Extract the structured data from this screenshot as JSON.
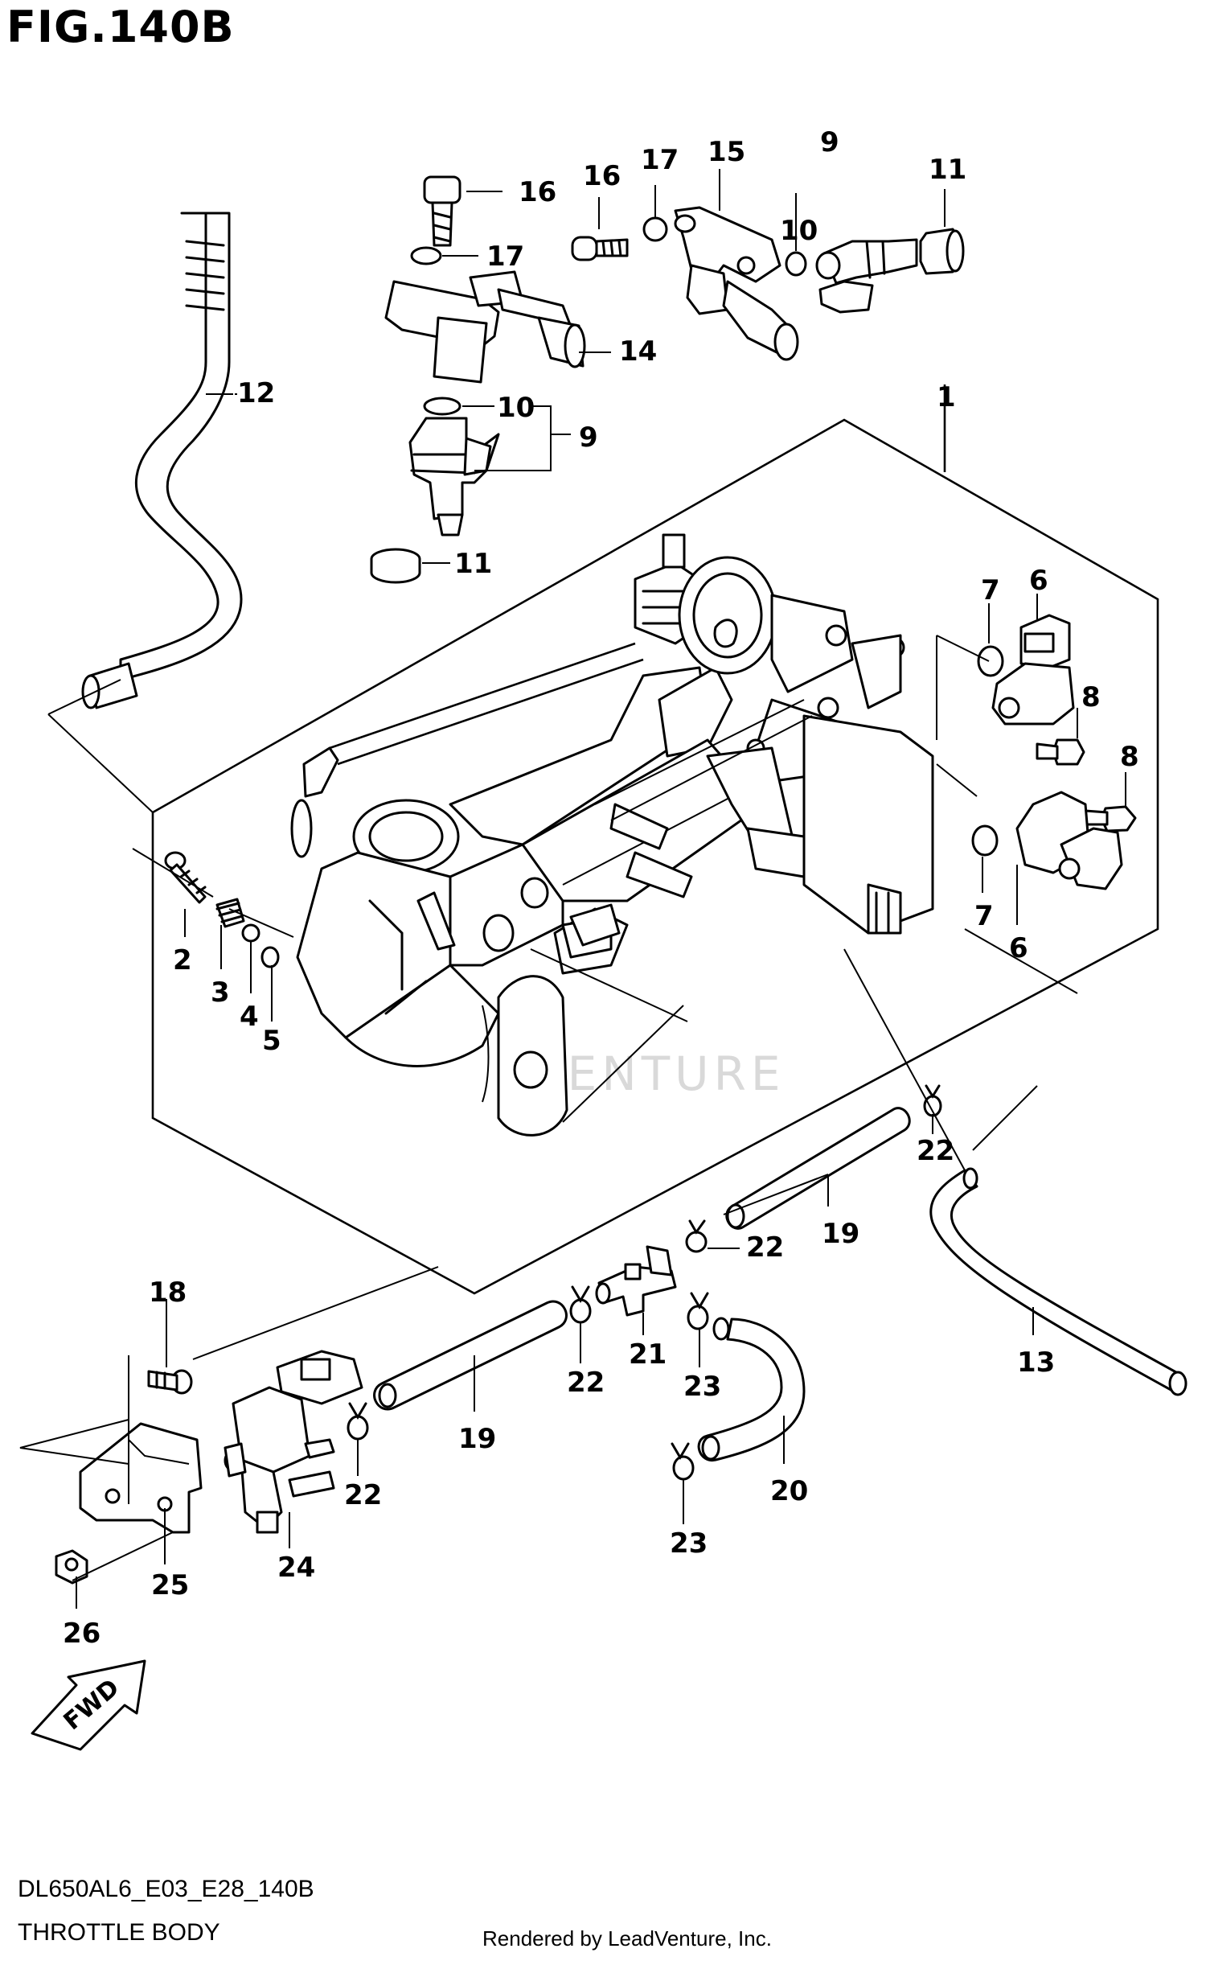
{
  "header": {
    "figure": "FIG.140B"
  },
  "footer": {
    "code": "DL650AL6_E03_E28_140B",
    "name": "THROTTLE BODY",
    "credit": "Rendered by LeadVenture, Inc."
  },
  "watermark": {
    "text": "VENTURE"
  },
  "arrow": {
    "label": "FWD"
  },
  "callouts": {
    "c1": "1",
    "c2": "2",
    "c3": "3",
    "c4": "4",
    "c5": "5",
    "c6a": "6",
    "c6b": "6",
    "c7a": "7",
    "c7b": "7",
    "c8a": "8",
    "c8b": "8",
    "c9a": "9",
    "c9b": "9",
    "c10a": "10",
    "c10b": "10",
    "c11a": "11",
    "c11b": "11",
    "c12": "12",
    "c13": "13",
    "c14": "14",
    "c15": "15",
    "c16a": "16",
    "c16b": "16",
    "c17a": "17",
    "c17b": "17",
    "c18": "18",
    "c19a": "19",
    "c19b": "19",
    "c20": "20",
    "c21": "21",
    "c22a": "22",
    "c22b": "22",
    "c22c": "22",
    "c22d": "22",
    "c23a": "23",
    "c23b": "23",
    "c24": "24",
    "c25": "25",
    "c26": "26"
  }
}
